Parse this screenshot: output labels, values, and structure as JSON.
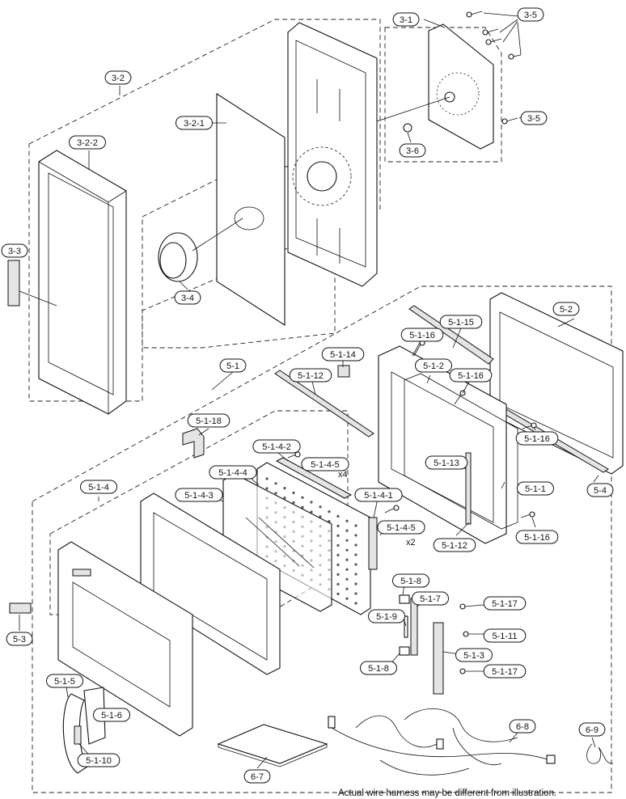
{
  "labels": [
    {
      "id": "3-1"
    },
    {
      "id": "3-5"
    },
    {
      "id": "3-2"
    },
    {
      "id": "3-2-1"
    },
    {
      "id": "3-2-2"
    },
    {
      "id": "3-6"
    },
    {
      "id": "3-3"
    },
    {
      "id": "3-4"
    },
    {
      "id": "5-2"
    },
    {
      "id": "5-1-15"
    },
    {
      "id": "5-1-16"
    },
    {
      "id": "5-1-14"
    },
    {
      "id": "5-1-2"
    },
    {
      "id": "5-1-12"
    },
    {
      "id": "5-1"
    },
    {
      "id": "5-1-18"
    },
    {
      "id": "5-1-4-2"
    },
    {
      "id": "5-1-4-5"
    },
    {
      "id": "5-1-4-4"
    },
    {
      "id": "5-1-4-3"
    },
    {
      "id": "5-1-13"
    },
    {
      "id": "5-4"
    },
    {
      "id": "5-1-4"
    },
    {
      "id": "5-1-4-1"
    },
    {
      "id": "5-1-8"
    },
    {
      "id": "5-1-7"
    },
    {
      "id": "5-1-9"
    },
    {
      "id": "5-1-17"
    },
    {
      "id": "5-1-11"
    },
    {
      "id": "5-1-3"
    },
    {
      "id": "5-3"
    },
    {
      "id": "5-1-5"
    },
    {
      "id": "5-1-6"
    },
    {
      "id": "5-1-10"
    },
    {
      "id": "6-7"
    },
    {
      "id": "6-8"
    },
    {
      "id": "6-9"
    },
    {
      "id": "5-1-1"
    }
  ],
  "multipliers": [
    "x4",
    "x2"
  ],
  "note": "Actual wire harness may be different from illustration."
}
